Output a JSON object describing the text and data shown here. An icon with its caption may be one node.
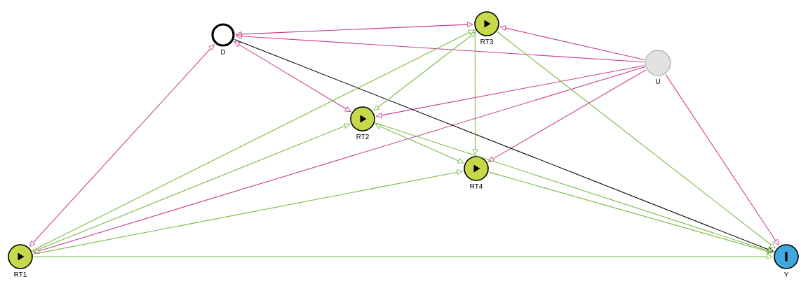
{
  "diagram": {
    "nodes": [
      {
        "text": [
          "D"
        ]
      },
      {
        "text": [
          "RT3"
        ]
      },
      {
        "text": [
          "U"
        ]
      },
      {
        "text": [
          "RT2"
        ]
      },
      {
        "text": [
          "RT4"
        ]
      },
      {
        "text": [
          "RT1"
        ]
      },
      {
        "text": [
          "Y"
        ]
      }
    ],
    "edges": [
      {
        "from": 0,
        "to": 1,
        "arrow": "both",
        "color": "#c8408f"
      },
      {
        "from": 2,
        "to": 0,
        "arrow": "to",
        "color": "#c8408f"
      },
      {
        "from": 2,
        "to": 1,
        "arrow": "to",
        "color": "#c8408f"
      },
      {
        "from": 2,
        "to": 3,
        "arrow": "to",
        "color": "#c8408f"
      },
      {
        "from": 2,
        "to": 5,
        "arrow": "to",
        "color": "#c8408f"
      },
      {
        "from": 2,
        "to": 4,
        "arrow": "to",
        "color": "#c8408f"
      },
      {
        "from": 2,
        "to": 6,
        "arrow": "to",
        "color": "#c8408f"
      },
      {
        "from": 0,
        "to": 3,
        "arrow": "both",
        "color": "#c8408f"
      },
      {
        "from": 0,
        "to": 5,
        "arrow": "both",
        "color": "#c8408f"
      },
      {
        "from": 0,
        "to": 6,
        "arrow": "to",
        "color": "#000000"
      },
      {
        "from": 5,
        "to": 1,
        "arrow": "to"
      },
      {
        "from": 5,
        "to": 3,
        "arrow": "to"
      },
      {
        "from": 5,
        "to": 4,
        "arrow": "to"
      },
      {
        "from": 5,
        "to": 6,
        "arrow": "to"
      },
      {
        "from": 3,
        "to": 1,
        "arrow": "both"
      },
      {
        "from": 1,
        "to": 4,
        "arrow": "to"
      },
      {
        "from": 1,
        "to": 6,
        "arrow": "to"
      },
      {
        "from": 3,
        "to": 4,
        "arrow": "both"
      },
      {
        "from": 3,
        "to": 6,
        "arrow": "to"
      },
      {
        "from": 4,
        "to": 6,
        "arrow": "to"
      }
    ]
  }
}
